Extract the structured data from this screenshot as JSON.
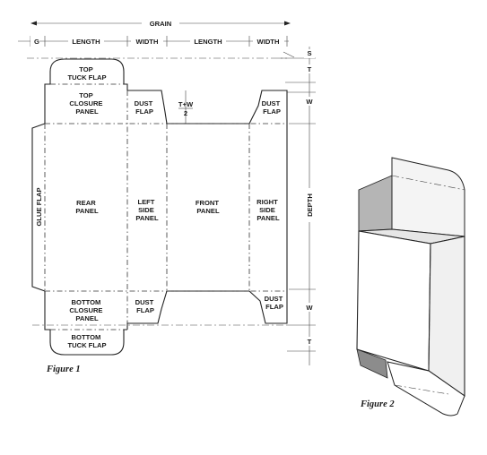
{
  "figure1": {
    "caption": "Figure 1",
    "grain_label": "GRAIN",
    "top_dims": [
      "G",
      "LENGTH",
      "WIDTH",
      "LENGTH",
      "WIDTH"
    ],
    "right_dims": [
      "S",
      "T",
      "W",
      "DEPTH",
      "W",
      "T"
    ],
    "tw_numerator": "T+W",
    "tw_denominator": "2",
    "panels": {
      "top_tuck_flap": [
        "TOP",
        "TUCK FLAP"
      ],
      "top_closure_panel": [
        "TOP",
        "CLOSURE",
        "PANEL"
      ],
      "dust_flap_top_left": [
        "DUST",
        "FLAP"
      ],
      "dust_flap_top_right": [
        "DUST",
        "FLAP"
      ],
      "glue_flap": "GLUE FLAP",
      "rear_panel": [
        "REAR",
        "PANEL"
      ],
      "left_side_panel": [
        "LEFT",
        "SIDE",
        "PANEL"
      ],
      "front_panel": [
        "FRONT",
        "PANEL"
      ],
      "right_side_panel": [
        "RIGHT",
        "SIDE",
        "PANEL"
      ],
      "bottom_closure_panel": [
        "BOTTOM",
        "CLOSURE",
        "PANEL"
      ],
      "dust_flap_bottom_left": [
        "DUST",
        "FLAP"
      ],
      "dust_flap_bottom_right": [
        "DUST",
        "FLAP"
      ],
      "bottom_tuck_flap": [
        "BOTTOM",
        "TUCK FLAP"
      ]
    }
  },
  "figure2": {
    "caption": "Figure 2"
  }
}
